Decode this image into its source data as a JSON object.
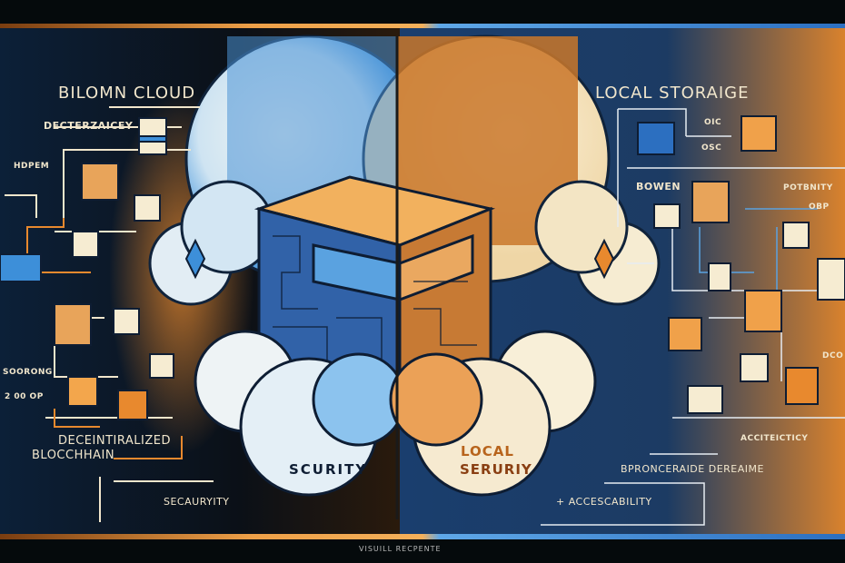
{
  "left_panel": {
    "title": "BILOMN CLOUD",
    "subtitle": "DECTERZAICEY",
    "labels": [
      "HDPEM",
      "SOORONG",
      "2 00 OP"
    ],
    "heading_line1": "DECEINTIRALIZED",
    "heading_line2": "BLOCCHHAIN",
    "bottom_label": "SECAURYITY"
  },
  "center": {
    "left_cloud_label": "SCURITY",
    "right_cloud_line1": "LOCAL",
    "right_cloud_line2": "SERURIY"
  },
  "right_panel": {
    "title": "LOCAL STORAIGE",
    "labels": [
      "OIC",
      "OSC",
      "BOWEN",
      "POTBNITY",
      "OBP",
      "DCO"
    ],
    "feature": "ACCITEICTICY",
    "subheading": "BPRONCERAIDE DEREAIME",
    "bottom_label": "+ ACCESCABILITY"
  },
  "footer": {
    "caption": "VISUILL RECPENTE"
  },
  "colors": {
    "orange": "#e8892e",
    "blue": "#3d8fd9",
    "navy": "#173a66",
    "cream": "#f6ecd2"
  }
}
